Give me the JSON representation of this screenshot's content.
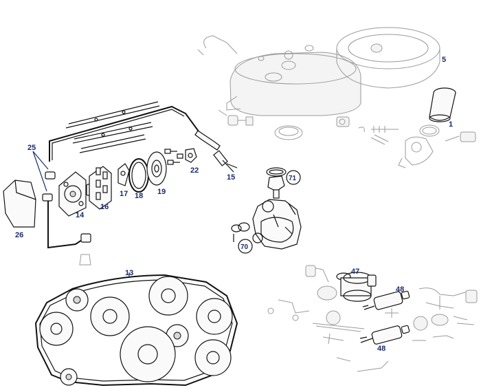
{
  "diagram": {
    "labels": {
      "p1": "1",
      "p5": "5",
      "p13": "13",
      "p14": "14",
      "p15": "15",
      "p16": "16",
      "p17": "17",
      "p18": "18",
      "p19": "19",
      "p22": "22",
      "p25": "25",
      "p26": "26",
      "p47": "47",
      "p48a": "48",
      "p48b": "48",
      "p70": "70",
      "p71": "71"
    },
    "colors": {
      "label": "#1a2a6c",
      "line": "#111111",
      "faded": "#9a9a9a"
    }
  }
}
